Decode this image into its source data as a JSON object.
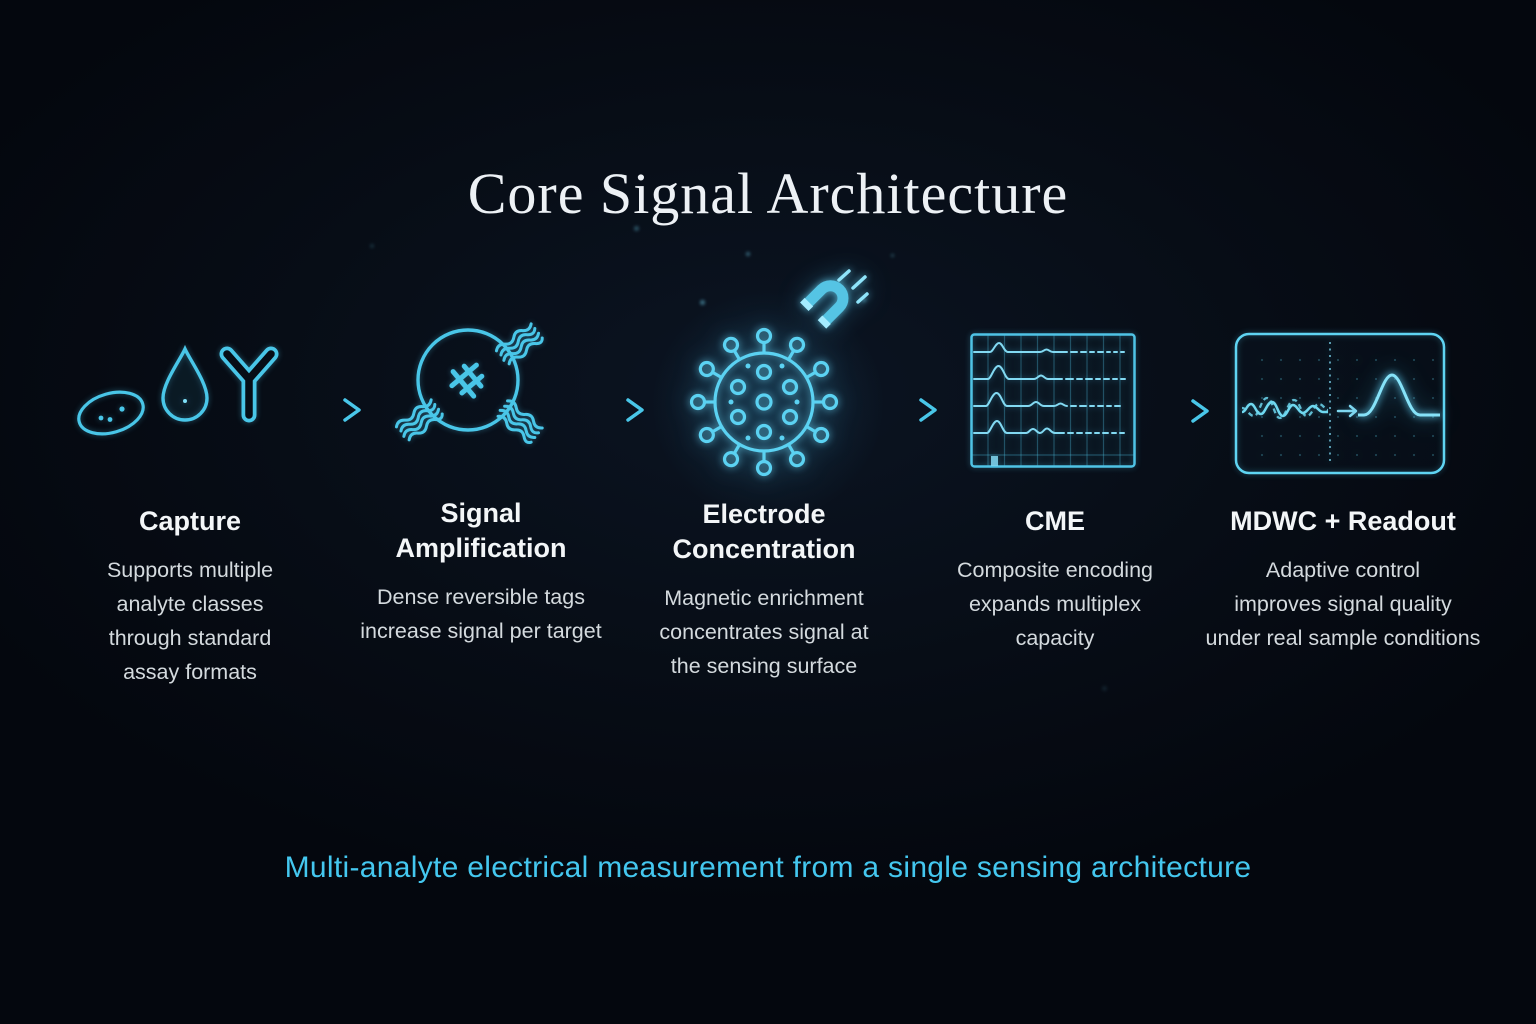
{
  "title": "Core Signal Architecture",
  "stages": [
    {
      "id": "capture",
      "icon": "specimen-droplet-antibody-icon",
      "title_lines": [
        "Capture"
      ],
      "desc_lines": [
        "Supports multiple",
        "analyte classes",
        "through standard",
        "assay formats"
      ]
    },
    {
      "id": "signal-amplification",
      "icon": "tagged-particle-icon",
      "title_lines": [
        "Signal",
        "Amplification"
      ],
      "desc_lines": [
        "Dense reversible tags",
        "increase signal per target"
      ]
    },
    {
      "id": "electrode-concentration",
      "icon": "magnetic-virus-particle-icon",
      "title_lines": [
        "Electrode",
        "Concentration"
      ],
      "desc_lines": [
        "Magnetic enrichment",
        "concentrates signal at",
        "the sensing surface"
      ]
    },
    {
      "id": "cme",
      "icon": "multichannel-waveform-grid-icon",
      "title_lines": [
        "CME"
      ],
      "desc_lines": [
        "Composite encoding",
        "expands multiplex",
        "capacity"
      ]
    },
    {
      "id": "mdwc-readout",
      "icon": "signal-denoise-readout-icon",
      "title_lines": [
        "MDWC + Readout"
      ],
      "desc_lines": [
        "Adaptive control",
        "improves signal quality",
        "under real sample conditions"
      ]
    }
  ],
  "footer": "Multi-analyte electrical measurement from a single sensing architecture",
  "colors": {
    "background": "#070d16",
    "accent": "#49c6e8",
    "accent_bright": "#7fe0f8",
    "title_text": "#edf1f5",
    "heading_text": "#f3f6f8",
    "body_text": "#d4dade",
    "footer_text": "#44c7ef"
  }
}
